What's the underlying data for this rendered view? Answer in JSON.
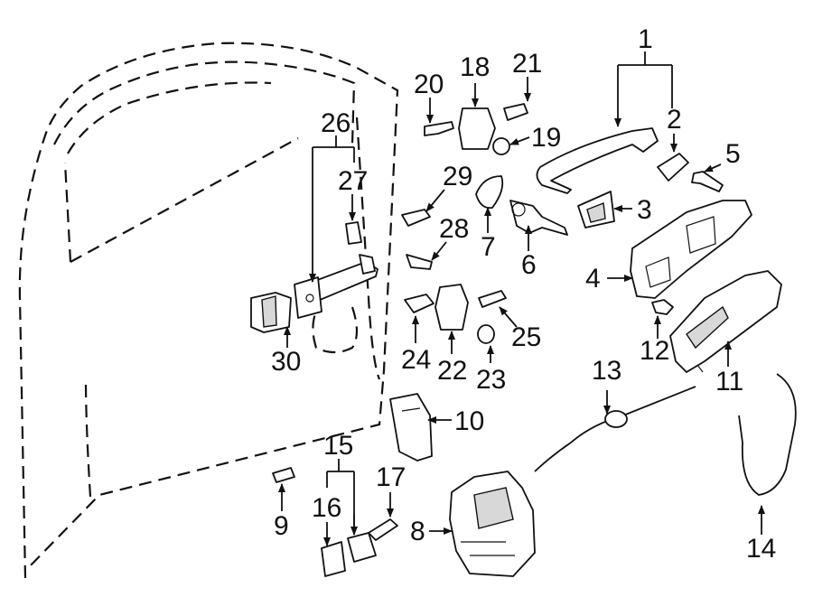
{
  "diagram": {
    "colors": {
      "ink": "#111111",
      "part_fill": "#ffffff",
      "shading": "#d8d8d8"
    },
    "callouts": [
      "1",
      "2",
      "3",
      "4",
      "5",
      "6",
      "7",
      "8",
      "9",
      "10",
      "11",
      "12",
      "13",
      "14",
      "15",
      "16",
      "17",
      "18",
      "19",
      "20",
      "21",
      "22",
      "23",
      "24",
      "25",
      "26",
      "27",
      "28",
      "29",
      "30"
    ]
  }
}
